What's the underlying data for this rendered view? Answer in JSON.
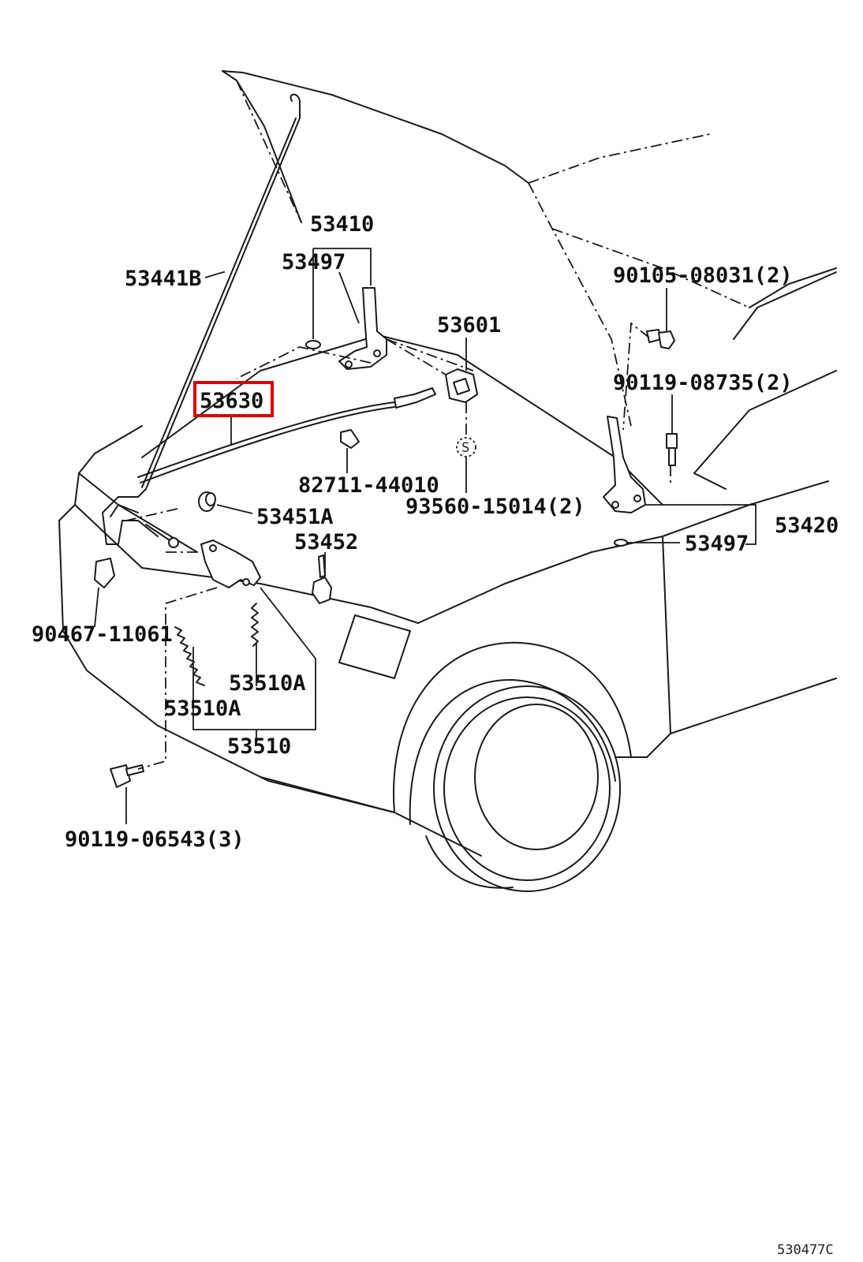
{
  "highlight_color": "#e00000",
  "parts": {
    "p53441B": "53441B",
    "p53410": "53410",
    "p53497_top": "53497",
    "p53601": "53601",
    "p53630": "53630",
    "p82711": "82711-44010",
    "p93560": "93560-15014(2)",
    "p53451A": "53451A",
    "p53452": "53452",
    "p90105": "90105-08031(2)",
    "p90119_08735": "90119-08735(2)",
    "p53420": "53420",
    "p53497_right": "53497",
    "p90467": "90467-11061",
    "p53510A_right": "53510A",
    "p53510A_left": "53510A",
    "p53510": "53510",
    "p90119_06543": "90119-06543(3)",
    "screw_marker": "S"
  },
  "diagram_code": "530477C"
}
